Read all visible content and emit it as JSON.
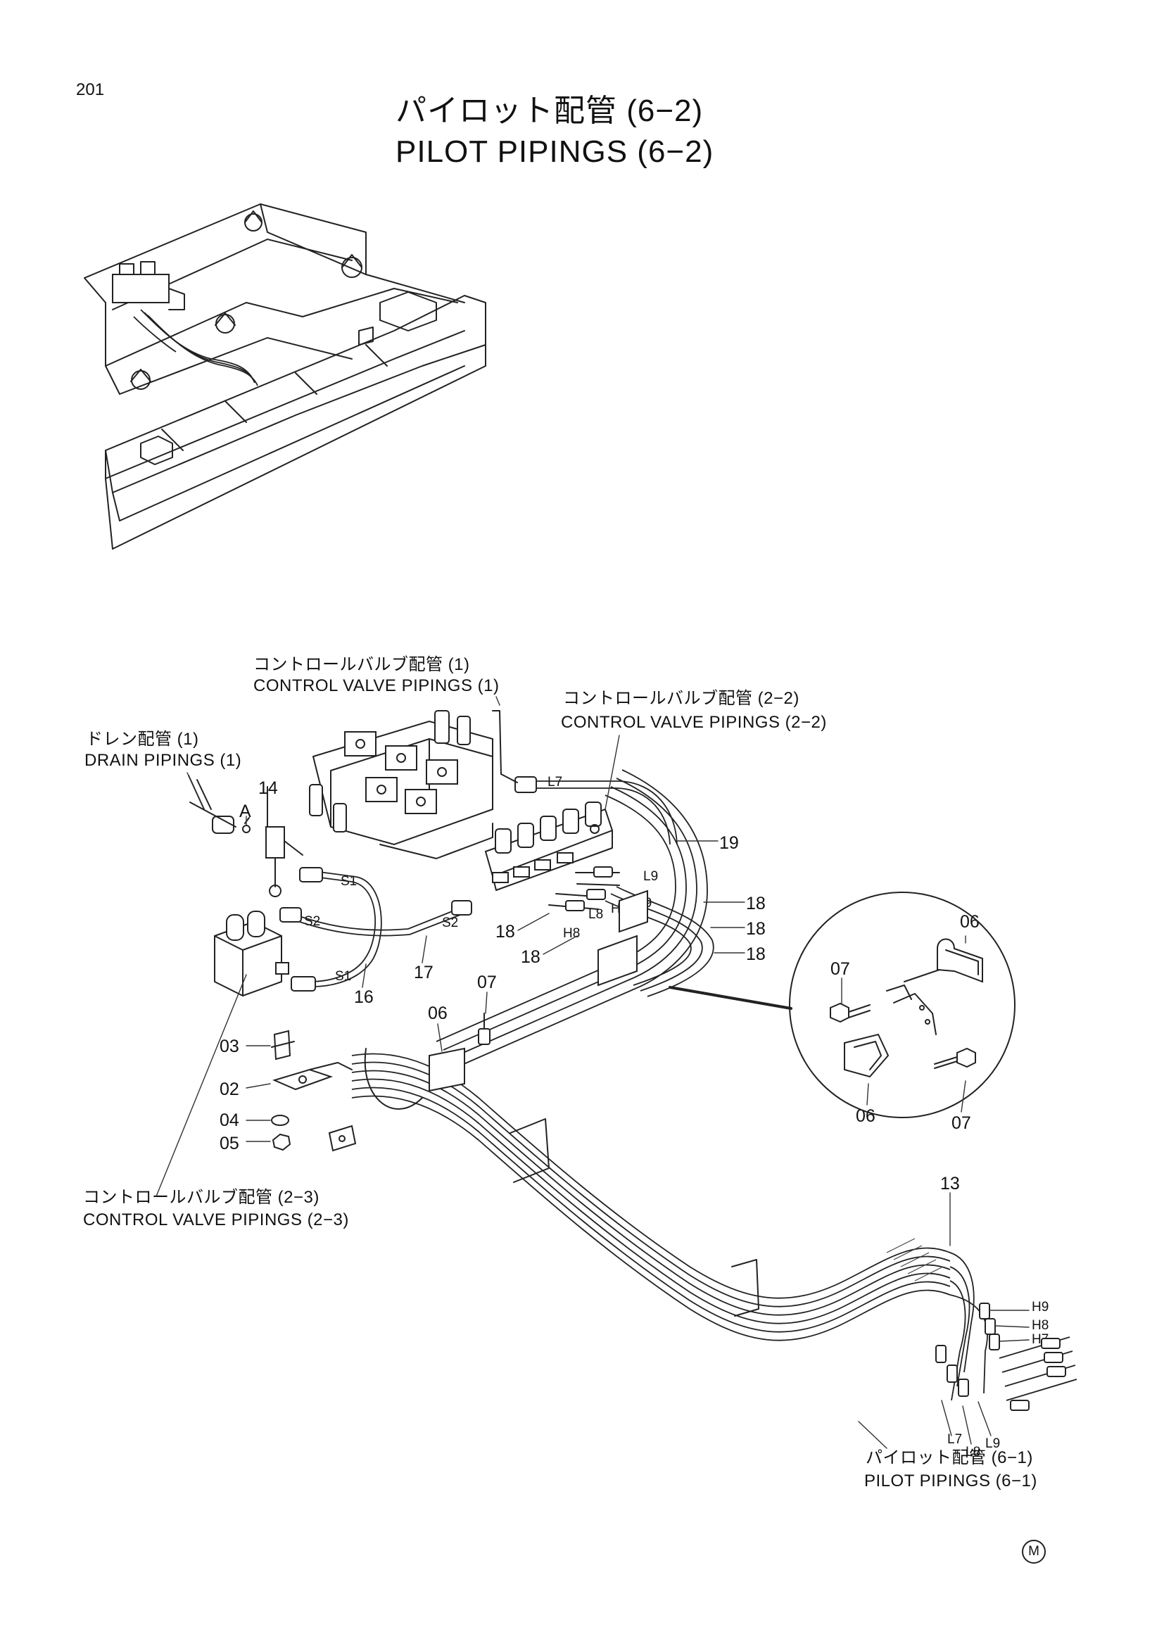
{
  "page_number": "201",
  "title_ja": "パイロット配管 (6−2)",
  "title_en": "PILOT PIPINGS (6−2)",
  "references": {
    "cv1_ja": "コントロールバルブ配管 (1)",
    "cv1_en": "CONTROL VALVE PIPINGS (1)",
    "cv22_ja": "コントロールバルブ配管  (2−2)",
    "cv22_en": "CONTROL VALVE PIPINGS  (2−2)",
    "drain_ja": "ドレン配管 (1)",
    "drain_en": "DRAIN PIPINGS (1)",
    "cv23_ja": "コントロールバルブ配管  (2−3)",
    "cv23_en": "CONTROL VALVE PIPINGS  (2−3)",
    "pilot61_ja": "パイロット配管 (6−1)",
    "pilot61_en": "PILOT PIPINGS (6−1)"
  },
  "part_numbers": {
    "p14": "14",
    "a": "A",
    "p19": "19",
    "p18a": "18",
    "p18b": "18",
    "p18c": "18",
    "p18d": "18",
    "p18e": "18",
    "p17": "17",
    "p16": "16",
    "p07a": "07",
    "p06a": "06",
    "p03": "03",
    "p02": "02",
    "p04": "04",
    "p05": "05",
    "p13": "13",
    "d06a": "06",
    "d07a": "07",
    "d06b": "06",
    "d07b": "07"
  },
  "port_labels": {
    "l7": "L7",
    "l9": "L9",
    "h9": "H9",
    "h7": "H7",
    "l8": "L8",
    "h8": "H8",
    "s1a": "S1",
    "s2a": "S2",
    "s2b": "S2",
    "s1b": "S1",
    "eh9": "H9",
    "eh8": "H8",
    "eh7": "H7",
    "el7": "L7",
    "el8": "L8",
    "el9": "L9"
  },
  "mark": "M"
}
